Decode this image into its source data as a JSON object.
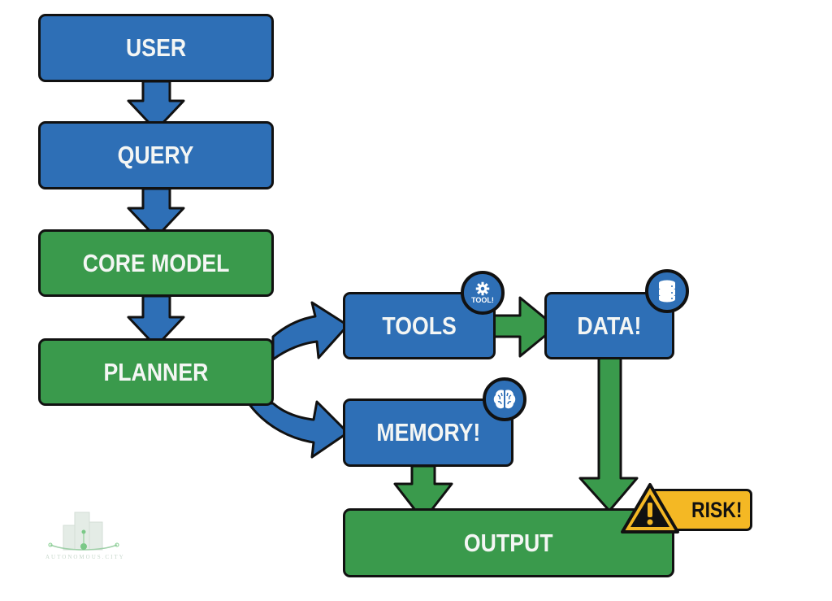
{
  "diagram": {
    "colors": {
      "blue": "#2e6fb6",
      "green": "#3a9a4c",
      "warning": "#f4b824",
      "outline": "#111111",
      "text": "#f4f6f4"
    },
    "nodes": {
      "user": {
        "label": "USER",
        "color": "blue"
      },
      "query": {
        "label": "QUERY",
        "color": "blue"
      },
      "core_model": {
        "label": "CORE MODEL",
        "color": "green"
      },
      "planner": {
        "label": "PLANNER",
        "color": "green"
      },
      "tools": {
        "label": "TOOLS",
        "color": "blue",
        "badge": {
          "icon": "gear-icon",
          "text": "TOOL!"
        }
      },
      "data": {
        "label": "DATA!",
        "color": "blue",
        "badge": {
          "icon": "database-icon"
        }
      },
      "memory": {
        "label": "MEMORY!",
        "color": "blue",
        "badge": {
          "icon": "brain-icon"
        }
      },
      "output": {
        "label": "OUTPUT",
        "color": "green"
      }
    },
    "edges": [
      {
        "from": "user",
        "to": "query",
        "color": "blue"
      },
      {
        "from": "query",
        "to": "core_model",
        "color": "blue"
      },
      {
        "from": "core_model",
        "to": "planner",
        "color": "blue"
      },
      {
        "from": "planner",
        "to": "tools",
        "color": "blue",
        "curved": true
      },
      {
        "from": "planner",
        "to": "memory",
        "color": "blue",
        "curved": true
      },
      {
        "from": "tools",
        "to": "data",
        "color": "green"
      },
      {
        "from": "memory",
        "to": "output",
        "color": "green"
      },
      {
        "from": "data",
        "to": "output",
        "color": "green"
      }
    ],
    "warning": {
      "icon": "warning-icon",
      "label": "RISK!"
    },
    "watermark": {
      "text": "AUTONOMOUS.CITY"
    }
  }
}
